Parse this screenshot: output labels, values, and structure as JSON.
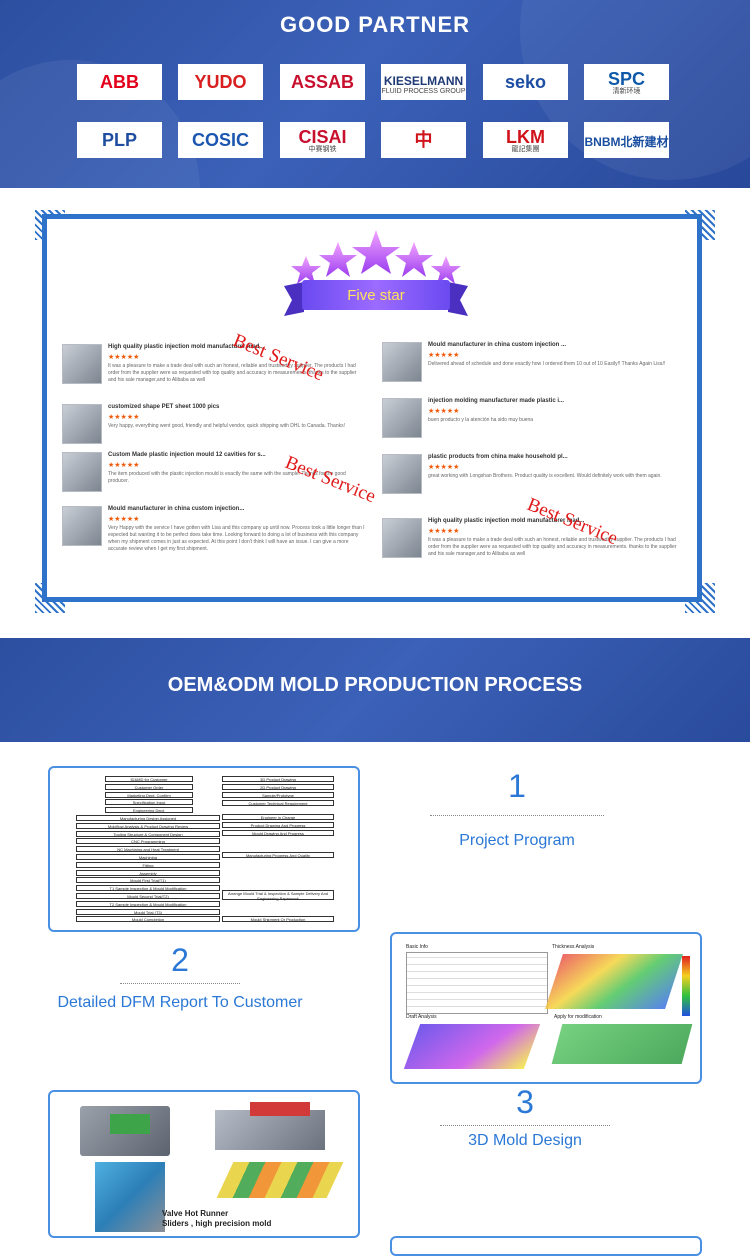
{
  "partner": {
    "title": "GOOD PARTNER",
    "logos": [
      {
        "text": "ABB",
        "sub": "",
        "color": "#e3001b"
      },
      {
        "text": "YUDO",
        "sub": "",
        "color": "#d81e1e"
      },
      {
        "text": "ASSAB",
        "sub": "",
        "color": "#c8102e"
      },
      {
        "text": "KIESELMANN",
        "sub": "FLUID PROCESS GROUP",
        "color": "#1f3b75"
      },
      {
        "text": "seko",
        "sub": "",
        "color": "#1d4ea3"
      },
      {
        "text": "SPC",
        "sub": "清新环境",
        "color": "#0f5aa8"
      },
      {
        "text": "PLP",
        "sub": "",
        "color": "#1f4ea0"
      },
      {
        "text": "COSIC",
        "sub": "",
        "color": "#1c56b0"
      },
      {
        "text": "CISAI",
        "sub": "中赛钢铁",
        "color": "#c8102e"
      },
      {
        "text": "中",
        "sub": "",
        "color": "#d0121a"
      },
      {
        "text": "LKM",
        "sub": "龍記集團",
        "color": "#d0121a"
      },
      {
        "text": "BNBM北新建材",
        "sub": "",
        "color": "#1a4ea0"
      }
    ]
  },
  "reviews_panel": {
    "badge": "Five star",
    "best_service": "Best Service",
    "left": [
      {
        "title": "High quality plastic injection mold manufacturer mad...",
        "stars": "★★★★★",
        "text": "It was a pleasure to make a trade deal with such an honest, reliable and trustworthy supplier. The products I had order from the supplier were as requested with top quality and accuracy in measurements. thanks to the supplier and his sale manager,and to Alibaba as well"
      },
      {
        "title": "customized shape PET sheet 1000 pics",
        "stars": "★★★★★",
        "text": "Very happy, everything went good, friendly and helpful vendor, quick shipping with DHL to Canada. Thanks!"
      },
      {
        "title": "Custom Made plastic injection mould 12 cavities for s...",
        "stars": "★★★★★",
        "text": "The item produced with the plastic injection mould is exactly the same with the sample. Thanks for the good producer."
      },
      {
        "title": "Mould manufacturer in china custom injection...",
        "stars": "★★★★★",
        "text": "Very Happy with the service I have gotten with Lisa and this company up until now. Process took a little longer than I expected but wanting it to be perfect does take time. Looking forward to doing a lot of business with this company when my shipment comes in just as expected. At this point I don't think I will have an issue. I can give a more accurate review when I get my first shipment."
      }
    ],
    "right": [
      {
        "title": "Mould manufacturer in china custom injection ...",
        "stars": "★★★★★",
        "text": "Delivered ahead of schedule and done exactly how I ordered them 10 out of 10 Easily!! Thanks Again Lisa!!"
      },
      {
        "title": "injection molding manufacturer made plastic i...",
        "stars": "★★★★★",
        "text": "buen producto y la atención ha sido muy buena"
      },
      {
        "title": "plastic products from china make household pl...",
        "stars": "★★★★★",
        "text": "great working with Longshan Brothers. Product quality is excellent. Would definitely work with them again."
      },
      {
        "title": "High quality plastic injection mold manufacturer mad...",
        "stars": "★★★★★",
        "text": "It was a pleasure to make a trade deal with such an honest, reliable and trustworthy supplier. The products I had order from the supplier were as requested with top quality and accuracy in measurements. thanks to the supplier and his sale manager,and to Alibaba as well"
      }
    ]
  },
  "process": {
    "title": "OEM&ODM  MOLD PRODUCTION PROCESS",
    "steps": [
      {
        "num": "1",
        "label": "Project Program"
      },
      {
        "num": "2",
        "label": "Detailed DFM Report To Customer"
      },
      {
        "num": "3",
        "label": "3D Mold Design"
      }
    ],
    "flow_left": [
      "ID&MD for Customer",
      "Customer Order",
      "Marketing Dept. Confirm",
      "Specification Input",
      "Engineering Dept.",
      "Manufacturing Design Assigned",
      "Moldflow Analysis & Product Drawing Review",
      "Tooling Structure & Component Design",
      "CNC Programming",
      "NC Machining and Heat Treatment",
      "Machining",
      "Fitting",
      "Assembly",
      "Mould First Trial(T1)",
      "T1 Sample Inspection & Mould Modification",
      "Mould Second Trial(T2)",
      "T2 Sample Inspection & Mould Modification",
      "Mould Trial (T3)",
      "Mould Completion"
    ],
    "flow_right": [
      "3D Product Drawing",
      "2D Product Drawing",
      "Sample/Prototype",
      "Customer Technical Requirement",
      "Engineer in Charge",
      "Product Drawing And Progress",
      "Mould Drawing And Progress",
      "Manufacturing Progress And Quality",
      "Arrange Mould Trial & Inspection & Sample Delivery And Engineering Paperwork",
      "Mould Shipment Or Production"
    ],
    "dfm": {
      "basic_info": "Basic Info",
      "thickness": "Thickness Analysis",
      "draft": "Draft Analysis",
      "modify": "Apply for modification"
    },
    "mold_caption": [
      "Valve Hot Runner",
      "Sliders , high precision mold"
    ]
  },
  "colors": {
    "banner": "#3558ad",
    "accent": "#2b78d6",
    "frame": "#2e73c9",
    "star": "#f05a0a",
    "best": "#e01a1a"
  }
}
